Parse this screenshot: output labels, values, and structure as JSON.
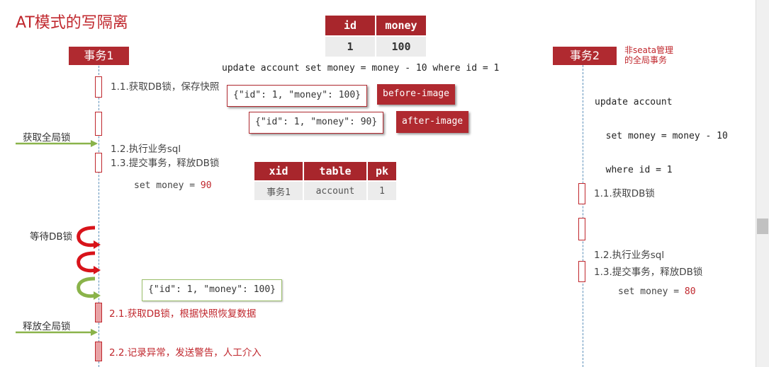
{
  "title": "AT模式的写隔离",
  "money_table": {
    "headers": [
      "id",
      "money"
    ],
    "row": [
      "1",
      "100"
    ]
  },
  "tx1_label": "事务1",
  "tx2_label": "事务2",
  "tx2_note": [
    "非seata管理",
    "的全局事务"
  ],
  "update_sql": "update account set money = money - 10 where id = 1",
  "tx2_sql": [
    "update account",
    "  set money = money - 10",
    "  where id = 1"
  ],
  "before_image": {
    "json": "{\"id\": 1, \"money\": 100}",
    "tag": "before-image"
  },
  "after_image": {
    "json": "{\"id\": 1, \"money\": 90}",
    "tag": "after-image"
  },
  "lock_table": {
    "headers": [
      "xid",
      "table",
      "pk"
    ],
    "row": [
      "事务1",
      "account",
      "1"
    ]
  },
  "tx1_steps": {
    "s1": "1.1.获取DB锁，保存快照",
    "s2_line1": "1.2.执行业务sql",
    "s2_line2_prefix": "set money = ",
    "s2_line2_value": "90",
    "s3": "1.3.提交事务，释放DB锁",
    "s4": "2.1.获取DB锁，根据快照恢复数据",
    "s5": "2.2.记录异常，发送警告，人工介入"
  },
  "tx2_steps": {
    "s1": "1.1.获取DB锁",
    "s2_line1": "1.2.执行业务sql",
    "s2_line2_prefix": "set money = ",
    "s2_line2_value": "80",
    "s3": "1.3.提交事务，释放DB锁"
  },
  "side_labels": {
    "acquire_global": "获取全局锁",
    "wait_db": "等待DB锁",
    "release_global": "释放全局锁"
  },
  "restored_snapshot": "{\"id\": 1, \"money\": 100}",
  "colors": {
    "accent": "#a8262c",
    "green": "#8ab34a",
    "lifeline": "#5b8fb9"
  }
}
